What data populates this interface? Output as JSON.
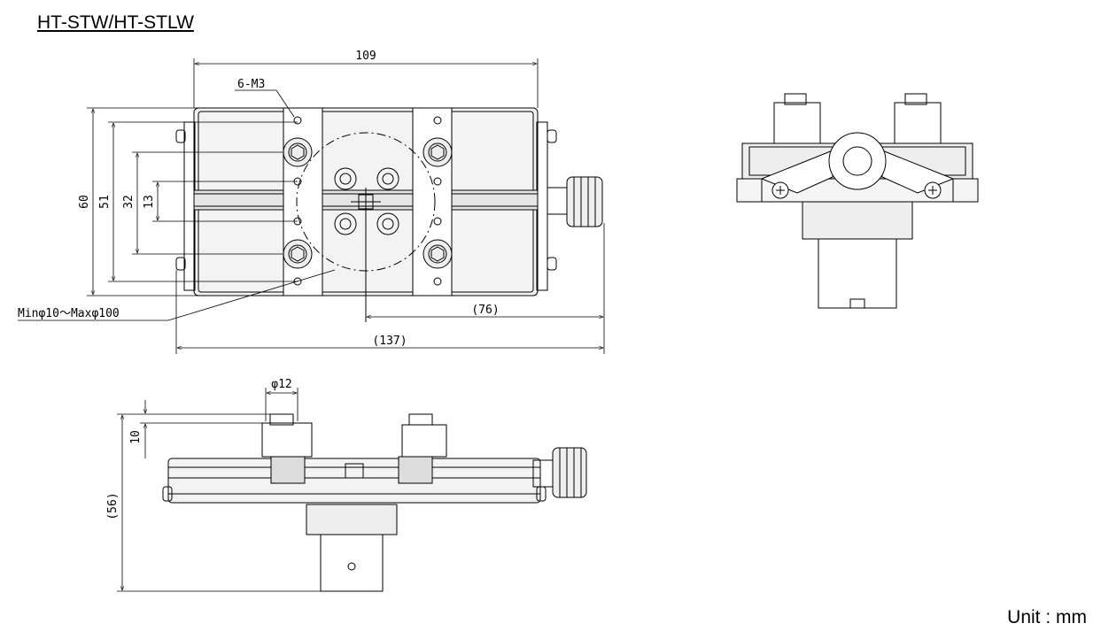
{
  "title": "HT-STW/HT-STLW",
  "unit_label": "Unit : mm",
  "dimensions": {
    "top_width": "109",
    "hole_callout": "6-M3",
    "height_60": "60",
    "height_51": "51",
    "height_32": "32",
    "height_13": "13",
    "range_note": "Minφ10～Maxφ100",
    "offset_76": "(76)",
    "overall_137": "(137)",
    "pin_diameter": "φ12",
    "pin_height": "10",
    "side_height": "(56)"
  }
}
